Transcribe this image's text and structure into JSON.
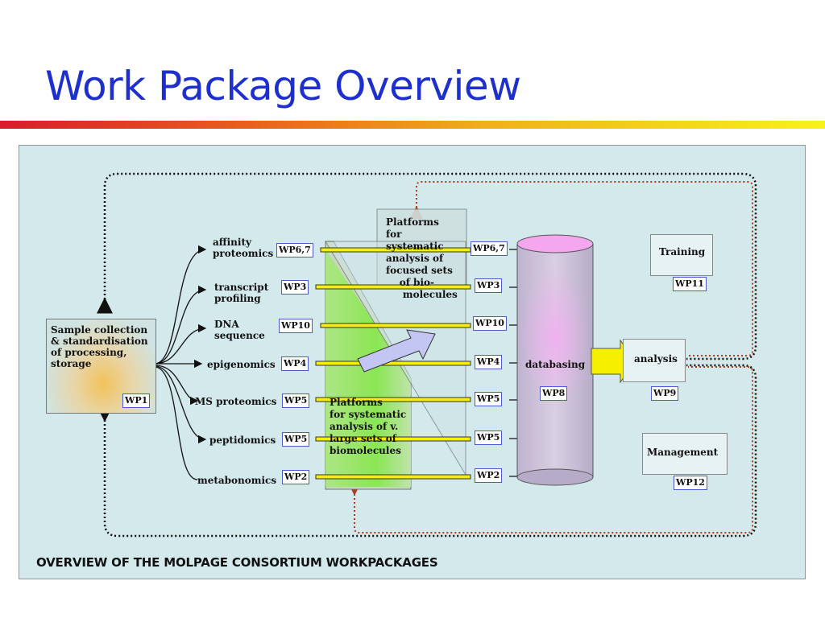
{
  "slide": {
    "title": "Work Package Overview",
    "caption": "OVERVIEW OF THE MOLPAGE CONSORTIUM WORKPACKAGES"
  },
  "colors": {
    "title": "#1d2fcf",
    "panel": "#d3e9ec",
    "cylinder": "#c9bfd8",
    "cylinder_glow": "#f7a8f2",
    "arrow_yellow": "#f5f000",
    "dotted_black": "#111111",
    "dotted_red": "#b23a1a"
  },
  "sample": {
    "text": "Sample collection\n& standardisation\nof processing,\nstorage",
    "wp": "WP1"
  },
  "techniques": [
    {
      "label": "affinity\nproteomics",
      "wp_left": "WP6,7",
      "wp_right": "WP6,7"
    },
    {
      "label": "transcript\nprofiling",
      "wp_left": "WP3",
      "wp_right": "WP3"
    },
    {
      "label": "DNA\nsequence",
      "wp_left": "WP10",
      "wp_right": "WP10"
    },
    {
      "label": "epigenomics",
      "wp_left": "WP4",
      "wp_right": "WP4"
    },
    {
      "label": "MS proteomics",
      "wp_left": "WP5",
      "wp_right": "WP5"
    },
    {
      "label": "peptidomics",
      "wp_left": "WP5",
      "wp_right": "WP5"
    },
    {
      "label": "metabonomics",
      "wp_left": "WP2",
      "wp_right": "WP2"
    }
  ],
  "platform_focused": "Platforms\nfor\nsystematic\nanalysis of\nfocused sets\n    of bio-\n     molecules",
  "platform_large": "Platforms\nfor systematic\nanalysis of v.\nlarge sets of\nbiomolecules",
  "databasing": {
    "label": "databasing",
    "wp": "WP8"
  },
  "analysis": {
    "label": "analysis",
    "wp": "WP9"
  },
  "training": {
    "label": "Training",
    "wp": "WP11"
  },
  "management": {
    "label": "Management",
    "wp": "WP12"
  }
}
